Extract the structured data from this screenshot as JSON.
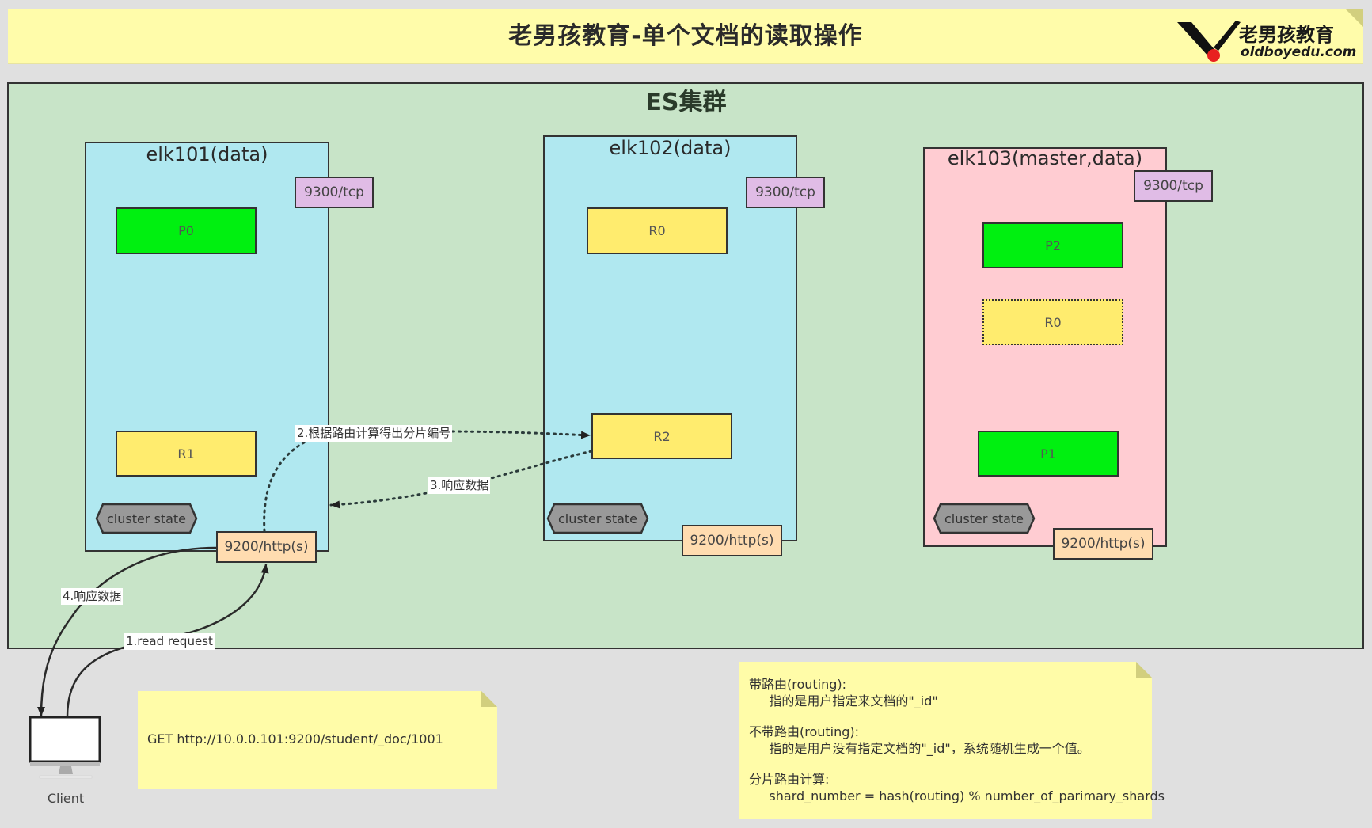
{
  "header": {
    "title": "老男孩教育-单个文档的读取操作",
    "logo_cn": "老男孩教育",
    "logo_en": "oldboyedu.com",
    "background_color": "#fffcaa"
  },
  "cluster": {
    "title": "ES集群",
    "background_color": "#c8e4c8"
  },
  "nodes": [
    {
      "name": "elk101(data)",
      "tcp_port": "9300/tcp",
      "http_port": "9200/http(s)",
      "cluster_state": "cluster state",
      "color": "#b0e8f0",
      "shards": [
        {
          "label": "P0",
          "type": "primary"
        },
        {
          "label": "R1",
          "type": "replica"
        }
      ]
    },
    {
      "name": "elk102(data)",
      "tcp_port": "9300/tcp",
      "http_port": "9200/http(s)",
      "cluster_state": "cluster state",
      "color": "#b0e8f0",
      "shards": [
        {
          "label": "R0",
          "type": "replica"
        },
        {
          "label": "R2",
          "type": "replica"
        }
      ]
    },
    {
      "name": "elk103(master,data)",
      "tcp_port": "9300/tcp",
      "http_port": "9200/http(s)",
      "cluster_state": "cluster state",
      "color": "#ffccd2",
      "shards": [
        {
          "label": "P2",
          "type": "primary"
        },
        {
          "label": "R0",
          "type": "replica",
          "style": "dotted"
        },
        {
          "label": "P1",
          "type": "primary"
        }
      ]
    }
  ],
  "edges": [
    {
      "label": "1.read request",
      "from": "Client",
      "to": "elk101 9200/http(s)",
      "style": "solid"
    },
    {
      "label": "2.根据路由计算得出分片编号",
      "from": "elk101 9200/http(s)",
      "to": "elk102 R2",
      "style": "dotted"
    },
    {
      "label": "3.响应数据",
      "from": "elk102 R2",
      "to": "elk101",
      "style": "dotted"
    },
    {
      "label": "4.响应数据",
      "from": "elk101 9200/http(s)",
      "to": "Client",
      "style": "solid"
    }
  ],
  "client": {
    "label": "Client"
  },
  "notes": {
    "request": "GET http://10.0.0.101:9200/student/_doc/1001",
    "routing_lines": [
      "带路由(routing):",
      "     指的是用户指定来文档的\"_id\"",
      "",
      "不带路由(routing):",
      "     指的是用户没有指定文档的\"_id\"，系统随机生成一个值。",
      "",
      "分片路由计算:",
      "     shard_number = hash(routing) % number_of_parimary_shards"
    ]
  },
  "colors": {
    "primary_shard": "#00f010",
    "replica_shard": "#ffec6e",
    "tcp_port": "#e0bce6",
    "http_port": "#ffdcb0",
    "cluster_state": "#999999",
    "note": "#fffca8"
  }
}
